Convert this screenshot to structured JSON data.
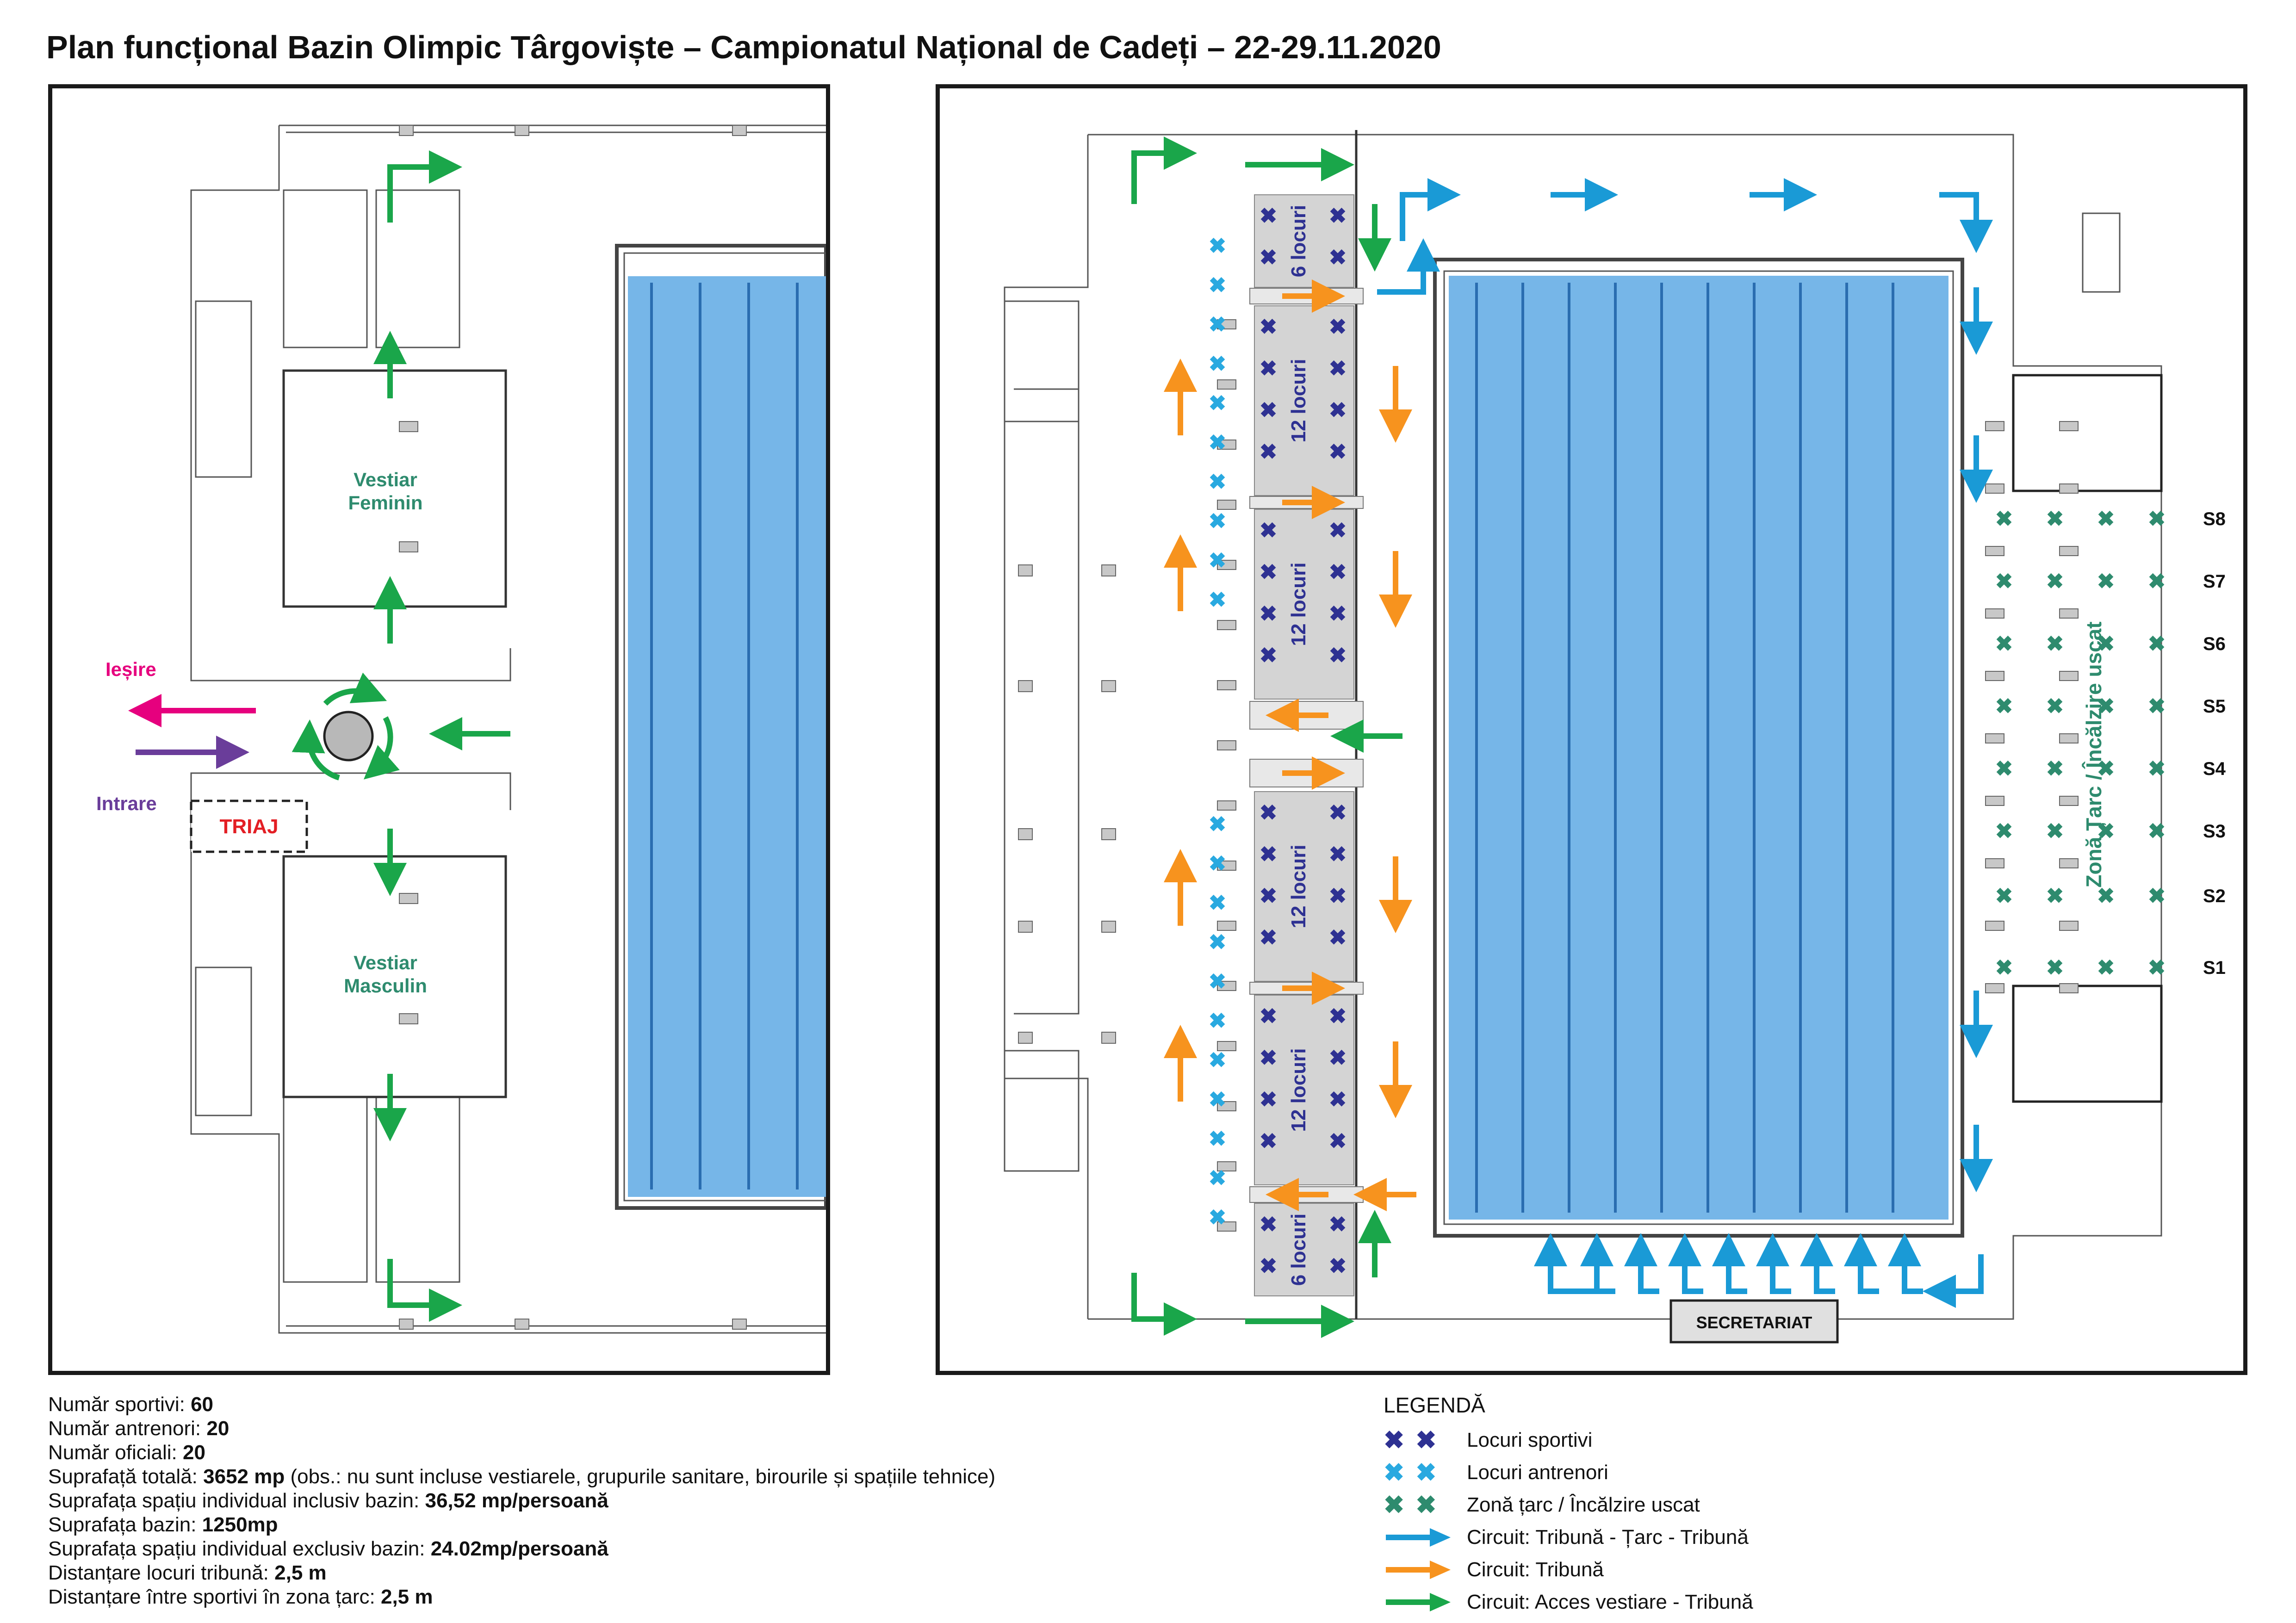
{
  "title": "Plan funcțional Bazin Olimpic Târgoviște – Campionatul Național de Cadeți – 22-29.11.2020",
  "left_plan": {
    "room_feminin": [
      "Vestiar",
      "Feminin"
    ],
    "room_masculin": [
      "Vestiar",
      "Masculin"
    ],
    "exit_label": "Ieșire",
    "entry_label": "Intrare",
    "triage_label": "TRIAJ"
  },
  "right_plan": {
    "seat_blocks": [
      "6 locuri",
      "12 locuri",
      "12 locuri",
      "12 locuri",
      "12 locuri",
      "6 locuri"
    ],
    "zone_label": "Zonă Țarc / Încălzire uscat",
    "stations": [
      "S8",
      "S7",
      "S6",
      "S5",
      "S4",
      "S3",
      "S2",
      "S1"
    ],
    "secretariat_label": "SECRETARIAT"
  },
  "stats": [
    {
      "label": "Număr sportivi: ",
      "value": "60",
      "note": ""
    },
    {
      "label": "Număr antrenori: ",
      "value": "20",
      "note": ""
    },
    {
      "label": "Număr oficiali: ",
      "value": "20",
      "note": ""
    },
    {
      "label": "Suprafață totală: ",
      "value": "3652 mp",
      "note": " (obs.: nu sunt incluse vestiarele, grupurile sanitare, birourile și spațiile tehnice)"
    },
    {
      "label": "Suprafața spațiu individual inclusiv bazin: ",
      "value": "36,52 mp/persoană",
      "note": ""
    },
    {
      "label": "Suprafața bazin: ",
      "value": "1250mp",
      "note": ""
    },
    {
      "label": "Suprafața spațiu individual exclusiv bazin: ",
      "value": "24.02mp/persoană",
      "note": ""
    },
    {
      "label": "Distanțare locuri tribună: ",
      "value": "2,5 m",
      "note": ""
    },
    {
      "label": "Distanțare între sportivi în zona țarc: ",
      "value": "2,5 m",
      "note": ""
    }
  ],
  "legend": {
    "title": "LEGENDĂ",
    "items": [
      {
        "kind": "x",
        "color": "#2e3192",
        "label": "Locuri sportivi"
      },
      {
        "kind": "x",
        "color": "#29a9e0",
        "label": "Locuri antrenori"
      },
      {
        "kind": "x",
        "color": "#2e8b6e",
        "label": "Zonă țarc / Încălzire uscat"
      },
      {
        "kind": "arrow",
        "color": "#1a9ad6",
        "label": "Circuit: Tribună - Țarc - Tribună"
      },
      {
        "kind": "arrow",
        "color": "#f7931e",
        "label": "Circuit: Tribună"
      },
      {
        "kind": "arrow",
        "color": "#1aa64a",
        "label": "Circuit: Acces vestiare - Tribună"
      }
    ]
  },
  "colors": {
    "pool": "#76b6e8",
    "lane": "#2a6db0",
    "seat_block": "#d4d4d4",
    "athlete_x": "#2e3192",
    "coach_x": "#29a9e0",
    "zone_x": "#2e8b6e",
    "green_arrow": "#1aa64a",
    "orange_arrow": "#f7931e",
    "blue_arrow": "#1a9ad6",
    "exit_arrow": "#e6007e",
    "entry_arrow": "#6a3d9a",
    "triage_text": "#e31e24",
    "room_text": "#2e8b6e"
  }
}
